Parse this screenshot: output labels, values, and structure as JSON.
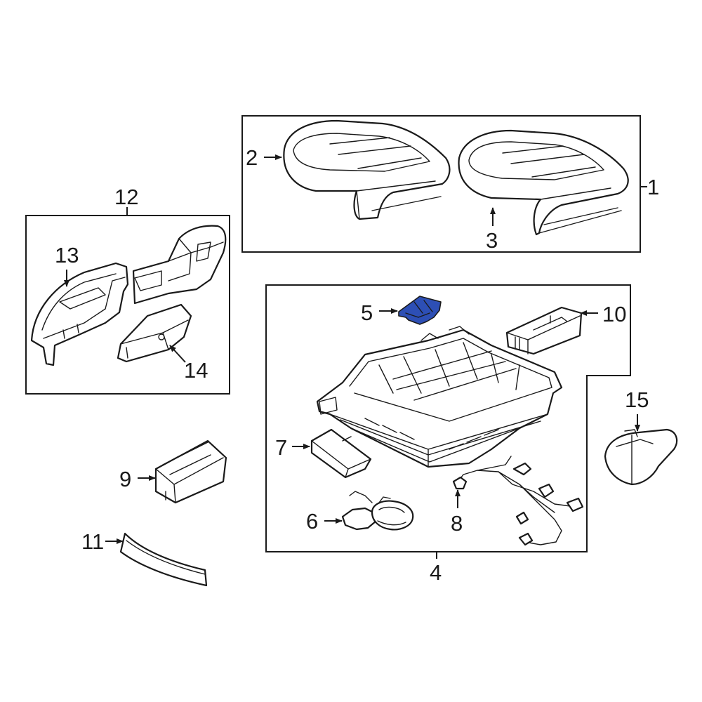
{
  "colors": {
    "line": "#1a1a1a",
    "background": "#ffffff",
    "highlight": "#2d4fb5"
  },
  "highlighted_part": "5",
  "callouts": {
    "c1": "1",
    "c2": "2",
    "c3": "3",
    "c4": "4",
    "c5": "5",
    "c6": "6",
    "c7": "7",
    "c8": "8",
    "c9": "9",
    "c10": "10",
    "c11": "11",
    "c12": "12",
    "c13": "13",
    "c14": "14",
    "c15": "15"
  }
}
